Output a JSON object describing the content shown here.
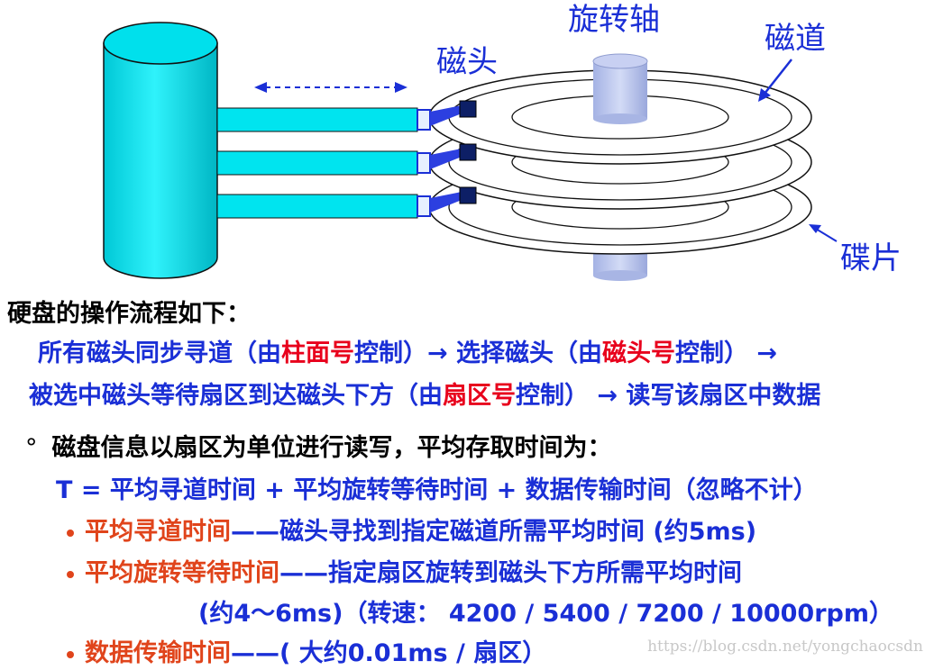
{
  "labels": {
    "spindle": "旋转轴",
    "head": "磁头",
    "track": "磁道",
    "platter": "碟片"
  },
  "text": {
    "heading": "硬盘的操作流程如下：",
    "flow1_a": "所有磁头同步寻道（由",
    "flow1_b": "柱面号",
    "flow1_c": "控制）→ 选择磁头（由",
    "flow1_d": "磁头号",
    "flow1_e": "控制） →",
    "flow2_a": "被选中磁头等待扇区到达磁头下方（由",
    "flow2_b": "扇区号",
    "flow2_c": "控制） → 读写该扇区中数据",
    "bullet_mark": "°",
    "access_title": "磁盘信息以扇区为单位进行读写，平均存取时间为：",
    "formula": "T = 平均寻道时间 + 平均旋转等待时间 + 数据传输时间（忽略不计）",
    "seek_term": "平均寻道时间",
    "seek_desc": "——磁头寻找到指定磁道所需平均时间 (约5ms)",
    "rot_term": "平均旋转等待时间",
    "rot_desc": "——指定扇区旋转到磁头下方所需平均时间",
    "rot_detail": "(约4～6ms)（转速： 4200 / 5400 / 7200 / 10000rpm）",
    "xfer_term": "数据传输时间",
    "xfer_desc": "——( 大约0.01ms / 扇区）"
  },
  "watermark": "https://blog.csdn.net/yongchaocsdn",
  "colors": {
    "cylinder": "#00e0ec",
    "spindle": "#b7c3ec",
    "heading": "#000000",
    "body_blue": "#1a2fd6",
    "highlight_red": "#e8001c",
    "term_orange": "#e0441b"
  }
}
